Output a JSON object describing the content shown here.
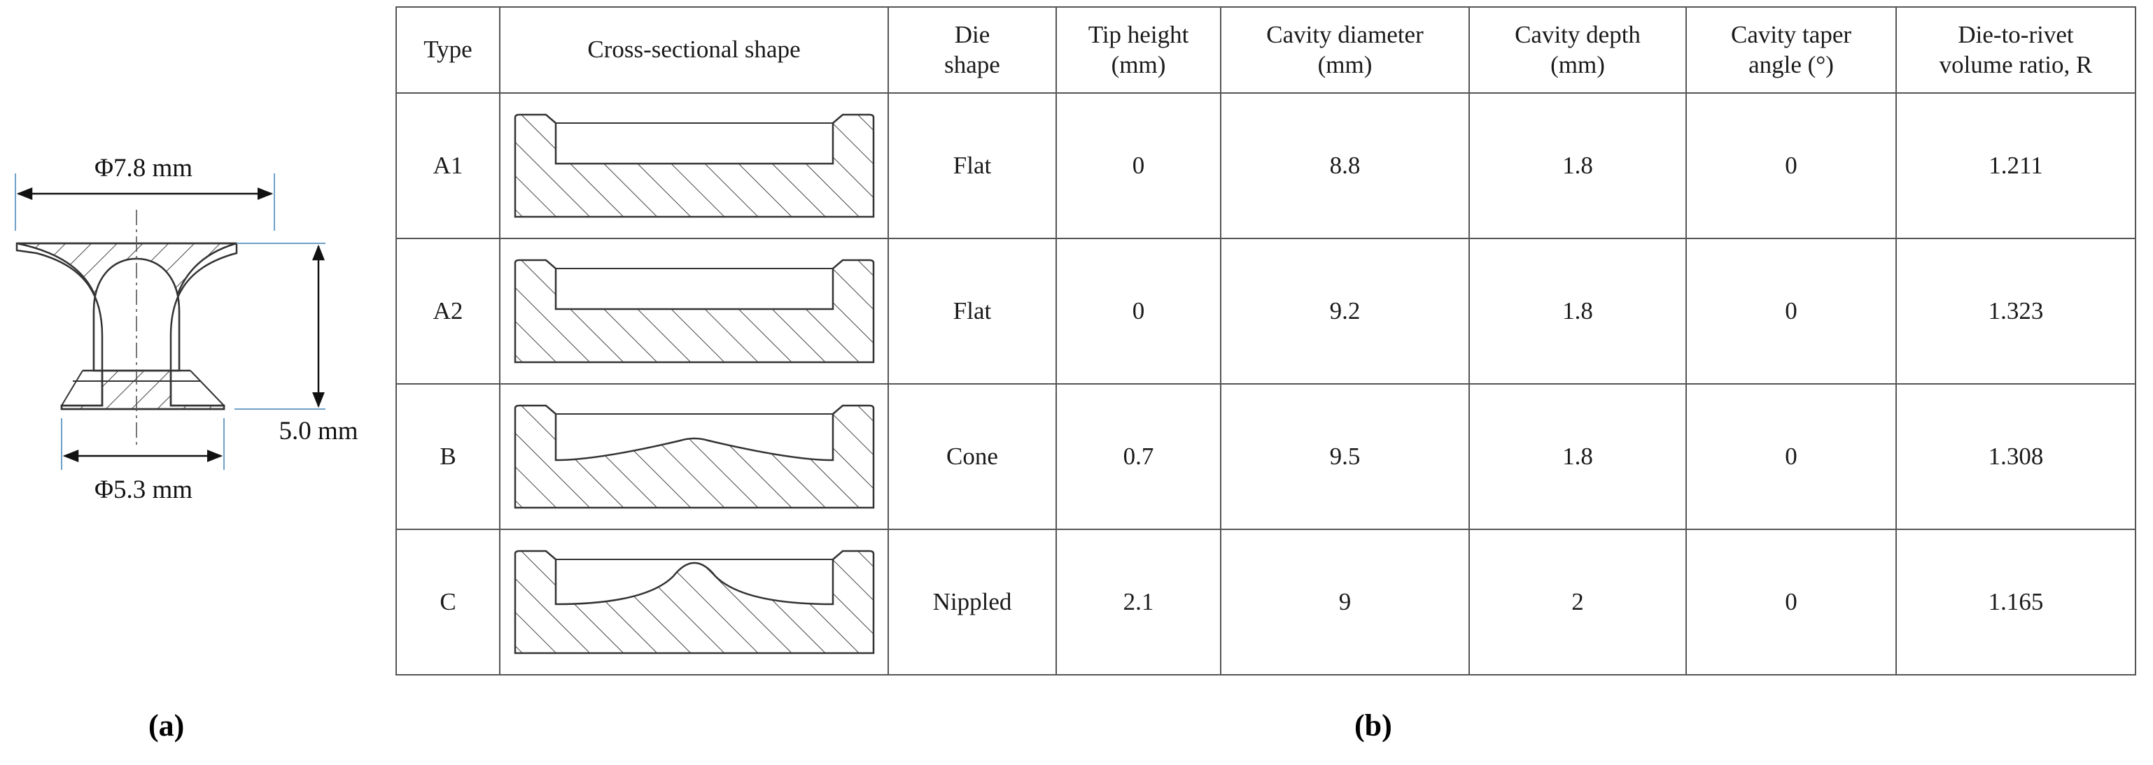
{
  "rivet": {
    "top_diameter": "Φ7.8 mm",
    "bottom_diameter": "Φ5.3 mm",
    "height": "5.0 mm"
  },
  "table": {
    "headers": [
      "Type",
      "Cross-sectional shape",
      "Die\nshape",
      "Tip height\n(mm)",
      "Cavity diameter\n(mm)",
      "Cavity depth\n(mm)",
      "Cavity taper\nangle (°)",
      "Die-to-rivet\nvolume ratio, R"
    ],
    "rows": [
      {
        "type": "A1",
        "profile": "flat",
        "die_shape": "Flat",
        "tip_height": "0",
        "cavity_diameter": "8.8",
        "cavity_depth": "1.8",
        "taper_angle": "0",
        "volume_ratio": "1.211"
      },
      {
        "type": "A2",
        "profile": "flat",
        "die_shape": "Flat",
        "tip_height": "0",
        "cavity_diameter": "9.2",
        "cavity_depth": "1.8",
        "taper_angle": "0",
        "volume_ratio": "1.323"
      },
      {
        "type": "B",
        "profile": "cone",
        "die_shape": "Cone",
        "tip_height": "0.7",
        "cavity_diameter": "9.5",
        "cavity_depth": "1.8",
        "taper_angle": "0",
        "volume_ratio": "1.308"
      },
      {
        "type": "C",
        "profile": "nippled",
        "die_shape": "Nippled",
        "tip_height": "2.1",
        "cavity_diameter": "9",
        "cavity_depth": "2",
        "taper_angle": "0",
        "volume_ratio": "1.165"
      }
    ]
  },
  "labels": {
    "panel_a": "(a)",
    "panel_b": "(b)"
  }
}
